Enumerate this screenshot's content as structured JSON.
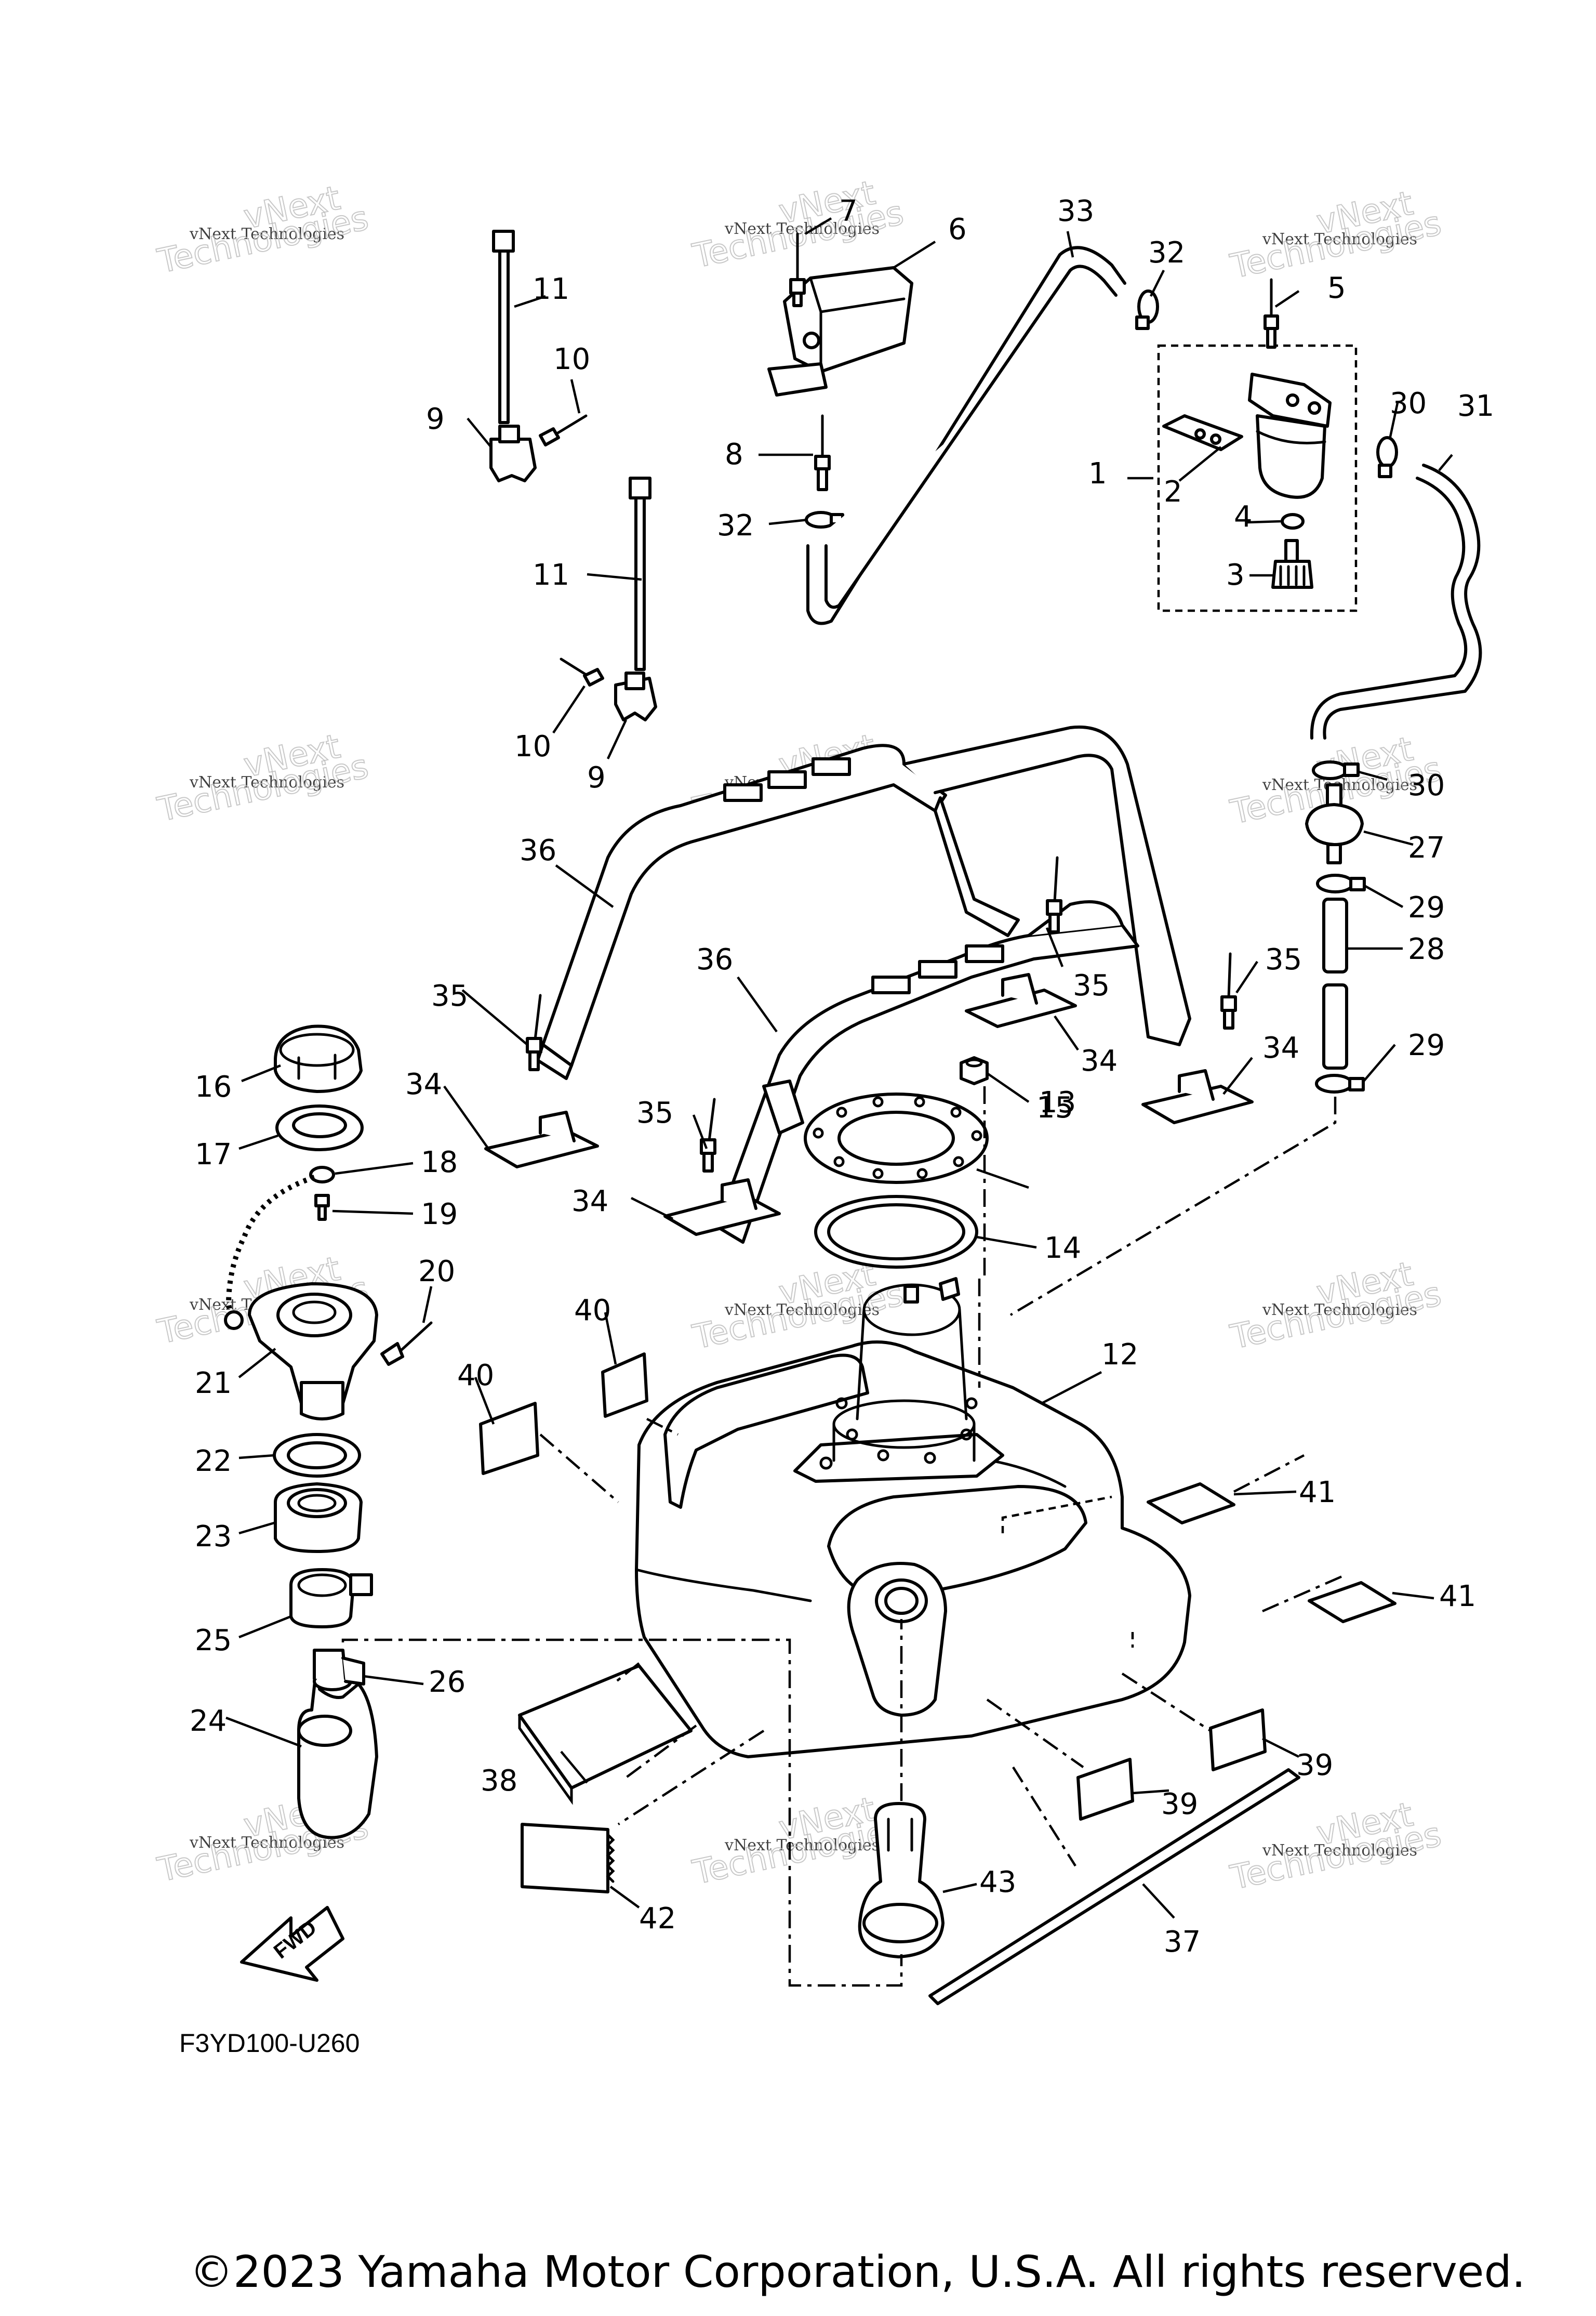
{
  "diagram": {
    "code": "F3YD100-U260",
    "copyright": "©2023 Yamaha Motor Corporation, U.S.A. All rights reserved.",
    "fwd_label": "FWD",
    "watermark": {
      "line1": "vNext",
      "line2": "vNext Technologies",
      "line3": "Technologies"
    },
    "callouts": [
      {
        "n": "1"
      },
      {
        "n": "2"
      },
      {
        "n": "3"
      },
      {
        "n": "4"
      },
      {
        "n": "5"
      },
      {
        "n": "6"
      },
      {
        "n": "7"
      },
      {
        "n": "8"
      },
      {
        "n": "9"
      },
      {
        "n": "9"
      },
      {
        "n": "10"
      },
      {
        "n": "10"
      },
      {
        "n": "11"
      },
      {
        "n": "11"
      },
      {
        "n": "12"
      },
      {
        "n": "13"
      },
      {
        "n": "14"
      },
      {
        "n": "15"
      },
      {
        "n": "16"
      },
      {
        "n": "17"
      },
      {
        "n": "18"
      },
      {
        "n": "19"
      },
      {
        "n": "20"
      },
      {
        "n": "21"
      },
      {
        "n": "22"
      },
      {
        "n": "23"
      },
      {
        "n": "24"
      },
      {
        "n": "25"
      },
      {
        "n": "26"
      },
      {
        "n": "27"
      },
      {
        "n": "28"
      },
      {
        "n": "29"
      },
      {
        "n": "29"
      },
      {
        "n": "30"
      },
      {
        "n": "30"
      },
      {
        "n": "31"
      },
      {
        "n": "32"
      },
      {
        "n": "32"
      },
      {
        "n": "33"
      },
      {
        "n": "34"
      },
      {
        "n": "34"
      },
      {
        "n": "34"
      },
      {
        "n": "34"
      },
      {
        "n": "35"
      },
      {
        "n": "35"
      },
      {
        "n": "35"
      },
      {
        "n": "35"
      },
      {
        "n": "36"
      },
      {
        "n": "36"
      },
      {
        "n": "37"
      },
      {
        "n": "38"
      },
      {
        "n": "39"
      },
      {
        "n": "39"
      },
      {
        "n": "40"
      },
      {
        "n": "40"
      },
      {
        "n": "41"
      },
      {
        "n": "41"
      },
      {
        "n": "42"
      },
      {
        "n": "43"
      }
    ]
  }
}
